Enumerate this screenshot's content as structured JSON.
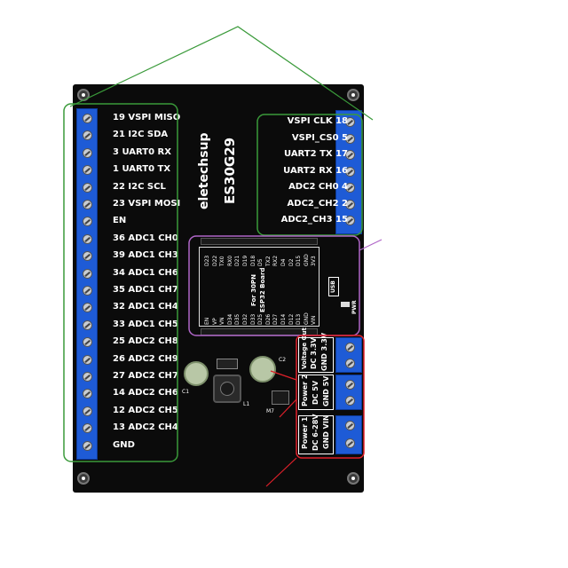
{
  "board": {
    "brand": "eletechsup",
    "model": "ES30G29",
    "module_text_1": "For 30PN",
    "module_text_2": "ESP32 Board",
    "usb_label": "USB"
  },
  "left_pins": [
    "19 VSPI MISO",
    "21 I2C SDA",
    "3 UART0 RX",
    "1 UART0 TX",
    "22 I2C SCL",
    "23 VSPI MOSI",
    "EN",
    "36 ADC1 CH0",
    "39 ADC1 CH3",
    "34 ADC1 CH6",
    "35 ADC1 CH7",
    "32 ADC1 CH4",
    "33 ADC1 CH5",
    "25 ADC2 CH8",
    "26 ADC2 CH9",
    "27 ADC2 CH7",
    "14 ADC2 CH6",
    "12 ADC2 CH5",
    "13 ADC2 CH4",
    "GND"
  ],
  "right_pins": [
    "VSPI CLK 18",
    "VSPI_CS0 5",
    "UART2 TX 17",
    "UART2 RX 16",
    "ADC2 CH0 4",
    "ADC2_CH2 2",
    "ADC2_CH3 15"
  ],
  "esp_top_pins": [
    "D23",
    "D22",
    "TX0",
    "RX0",
    "D21",
    "D19",
    "D18",
    "D5",
    "TX2",
    "RX2",
    "D4",
    "D2",
    "D15",
    "GND",
    "3V3"
  ],
  "esp_bottom_pins": [
    "EN",
    "VP",
    "VN",
    "D34",
    "D35",
    "D32",
    "D33",
    "D25",
    "D26",
    "D27",
    "D14",
    "D12",
    "D13",
    "GND",
    "VIN"
  ],
  "voltage_out": {
    "title": "Voltage Out",
    "line1": "DC 3.3V",
    "line2": "GND 3.3V"
  },
  "power2": {
    "title": "Power 2",
    "line1": "DC 5V",
    "line2": "GND 5V"
  },
  "power1": {
    "title": "Power 1",
    "line1": "DC 6-28V",
    "line2": "GND VIN"
  },
  "components": {
    "pwr_label": "PWR",
    "c1": "C1",
    "c2": "C2",
    "l1": "L1",
    "m7": "M7"
  },
  "colors": {
    "board": "#0b0b0b",
    "terminal_blue": "#1e5bd6",
    "annotation_green": "#3a9a3a",
    "annotation_purple": "#b066c8",
    "annotation_red": "#e0202a"
  }
}
